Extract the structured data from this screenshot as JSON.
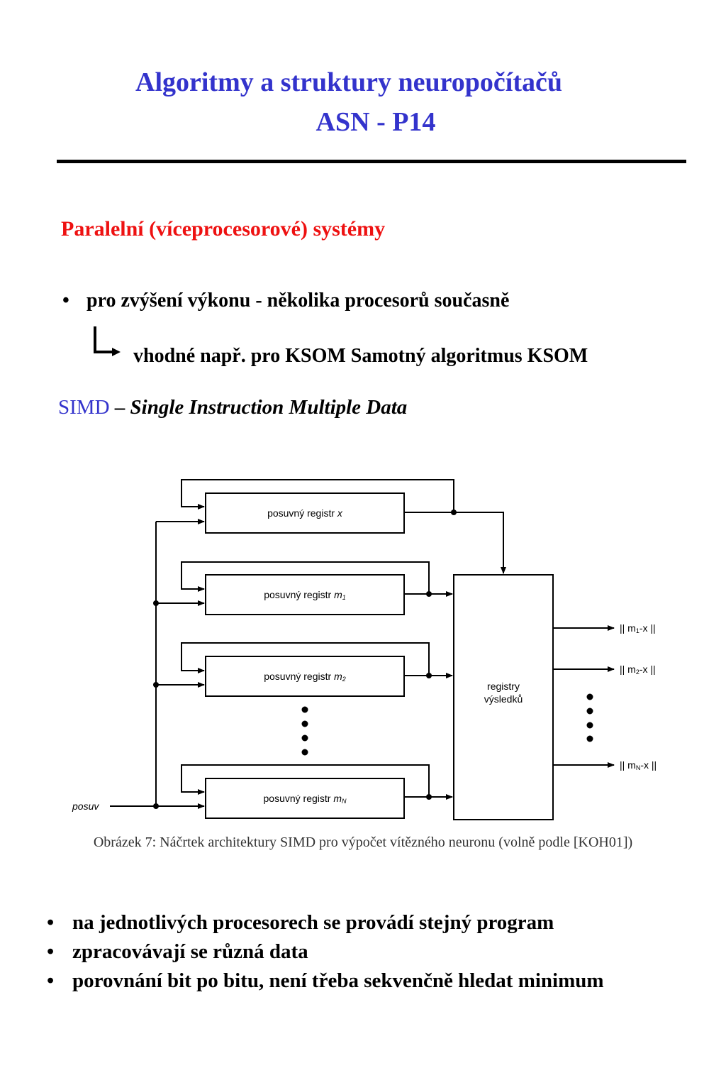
{
  "title": {
    "line1": "Algoritmy a  struktury  neuropočítačů",
    "line2": "ASN - P14"
  },
  "section_heading": "Paralelní (víceprocesorové) systémy",
  "bullet_top": {
    "symbol": "•",
    "text": "pro zvýšení výkonu - několika procesorů současně",
    "sub_text": "vhodné např. pro KSOM Samotný algoritmus KSOM",
    "sub_icon": "corner-arrow-icon"
  },
  "simd": {
    "acronym": "SIMD",
    "dash": " – ",
    "expansion": "Single Instruction Multiple Data"
  },
  "diagram": {
    "registers": [
      {
        "label": "posuvný registr ",
        "var": "x",
        "sub": ""
      },
      {
        "label": "posuvný registr ",
        "var": "m",
        "sub": "1"
      },
      {
        "label": "posuvný registr ",
        "var": "m",
        "sub": "2"
      },
      {
        "label": "posuvný registr ",
        "var": "m",
        "sub": "N"
      }
    ],
    "result_block": [
      "registry",
      "výsledků"
    ],
    "input_label": "posuv",
    "outputs": [
      {
        "pre": "|| m",
        "sub": "1",
        "post": "-x ||"
      },
      {
        "pre": "|| m",
        "sub": "2",
        "post": "-x ||"
      },
      {
        "pre": "|| m",
        "sub": "N",
        "post": "-x ||"
      }
    ],
    "caption": "Obrázek 7: Náčrtek architektury SIMD pro výpočet vítězného neuronu (volně podle [KOH01])"
  },
  "bottom_bullets": {
    "symbol": "•",
    "items": [
      "na jednotlivých procesorech se provádí stejný program",
      "zpracovávají se různá data",
      "porovnání bit po bitu, není třeba sekvenčně hledat minimum"
    ]
  },
  "colors": {
    "title": "#3333cc",
    "heading": "#ee1111",
    "acronym": "#3333cc",
    "text": "#000000"
  }
}
